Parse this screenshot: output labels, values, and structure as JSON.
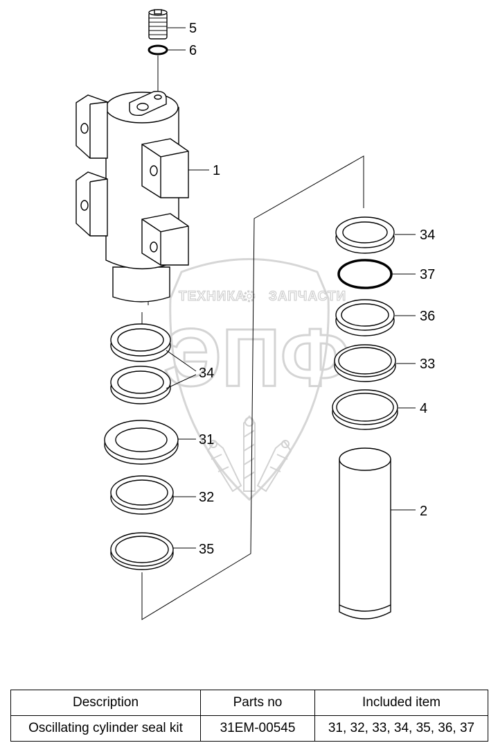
{
  "watermark": {
    "line_left": "ТЕХНИКА",
    "line_right": "ЗАПЧАСТИ",
    "logo": "ЭПФ"
  },
  "callouts": [
    "5",
    "6",
    "1",
    "34",
    "37",
    "36",
    "33",
    "4",
    "34",
    "31",
    "32",
    "35",
    "2"
  ],
  "table": {
    "headers": [
      "Description",
      "Parts no",
      "Included item"
    ],
    "rows": [
      [
        "Oscillating cylinder seal kit",
        "31EM-00545",
        "31, 32, 33, 34, 35, 36, 37"
      ]
    ]
  }
}
